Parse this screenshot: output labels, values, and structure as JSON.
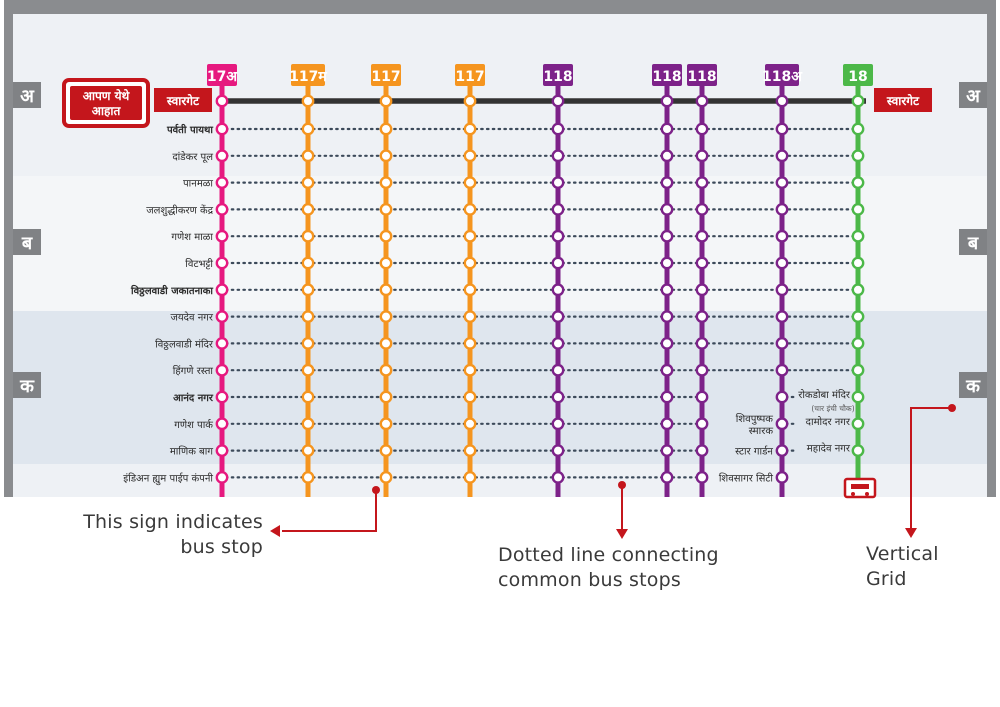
{
  "zones": [
    "अ",
    "ब",
    "क"
  ],
  "you_are_here": [
    "आपण येथे",
    "आहात"
  ],
  "terminus_label": "स्वारगेट",
  "colors": {
    "pink": "#e6197f",
    "orange": "#f5951f",
    "purple": "#7d2289",
    "green": "#4cb848",
    "red": "#c4161c",
    "trunk": "#333333",
    "zone_gray": "#808285",
    "band_light": "#eef1f5",
    "band_blue": "#dfe6ee",
    "frame": "#8a8c8f",
    "annotation": "#3a3a3a"
  },
  "routes": [
    {
      "label": "17अ",
      "color": "pink"
    },
    {
      "label": "117म",
      "color": "orange"
    },
    {
      "label": "117",
      "color": "orange"
    },
    {
      "label": "117",
      "color": "orange"
    },
    {
      "label": "118",
      "color": "purple"
    },
    {
      "label": "118",
      "color": "purple"
    },
    {
      "label": "118",
      "color": "purple"
    },
    {
      "label": "118अ",
      "color": "purple"
    },
    {
      "label": "18",
      "color": "green"
    }
  ],
  "left_stops": [
    "पर्वती पायथा",
    "दांडेकर पूल",
    "पानमळा",
    "जलशुद्धीकरण केंद्र",
    "गणेश माळा",
    "विटभट्टी",
    "विठ्ठलवाडी जकातनाका",
    "जयदेव नगर",
    "विठ्ठलवाडी मंदिर",
    "हिंगणे रस्ता",
    "आनंद नगर",
    "गणेश पार्क",
    "माणिक बाग",
    "इंडिअन ह्युम पाईप कंपनी"
  ],
  "branch_stops_118a": [
    [
      "शिवपुष्पक",
      "स्मारक"
    ],
    [
      "स्टार गार्डन"
    ],
    [
      "शिवसागर सिटी"
    ]
  ],
  "branch_stops_18": [
    [
      "रोकडोबा मंदिर"
    ],
    [
      "दामोदर नगर"
    ],
    [
      "महादेव नगर"
    ]
  ],
  "rokdoba_sub": "(चार इंची चौक)",
  "annotations": {
    "bus_stop": [
      "This sign indicates",
      "bus stop"
    ],
    "dotted": [
      "Dotted line connecting",
      "common bus stops"
    ],
    "grid": [
      "Vertical",
      "Grid"
    ]
  }
}
